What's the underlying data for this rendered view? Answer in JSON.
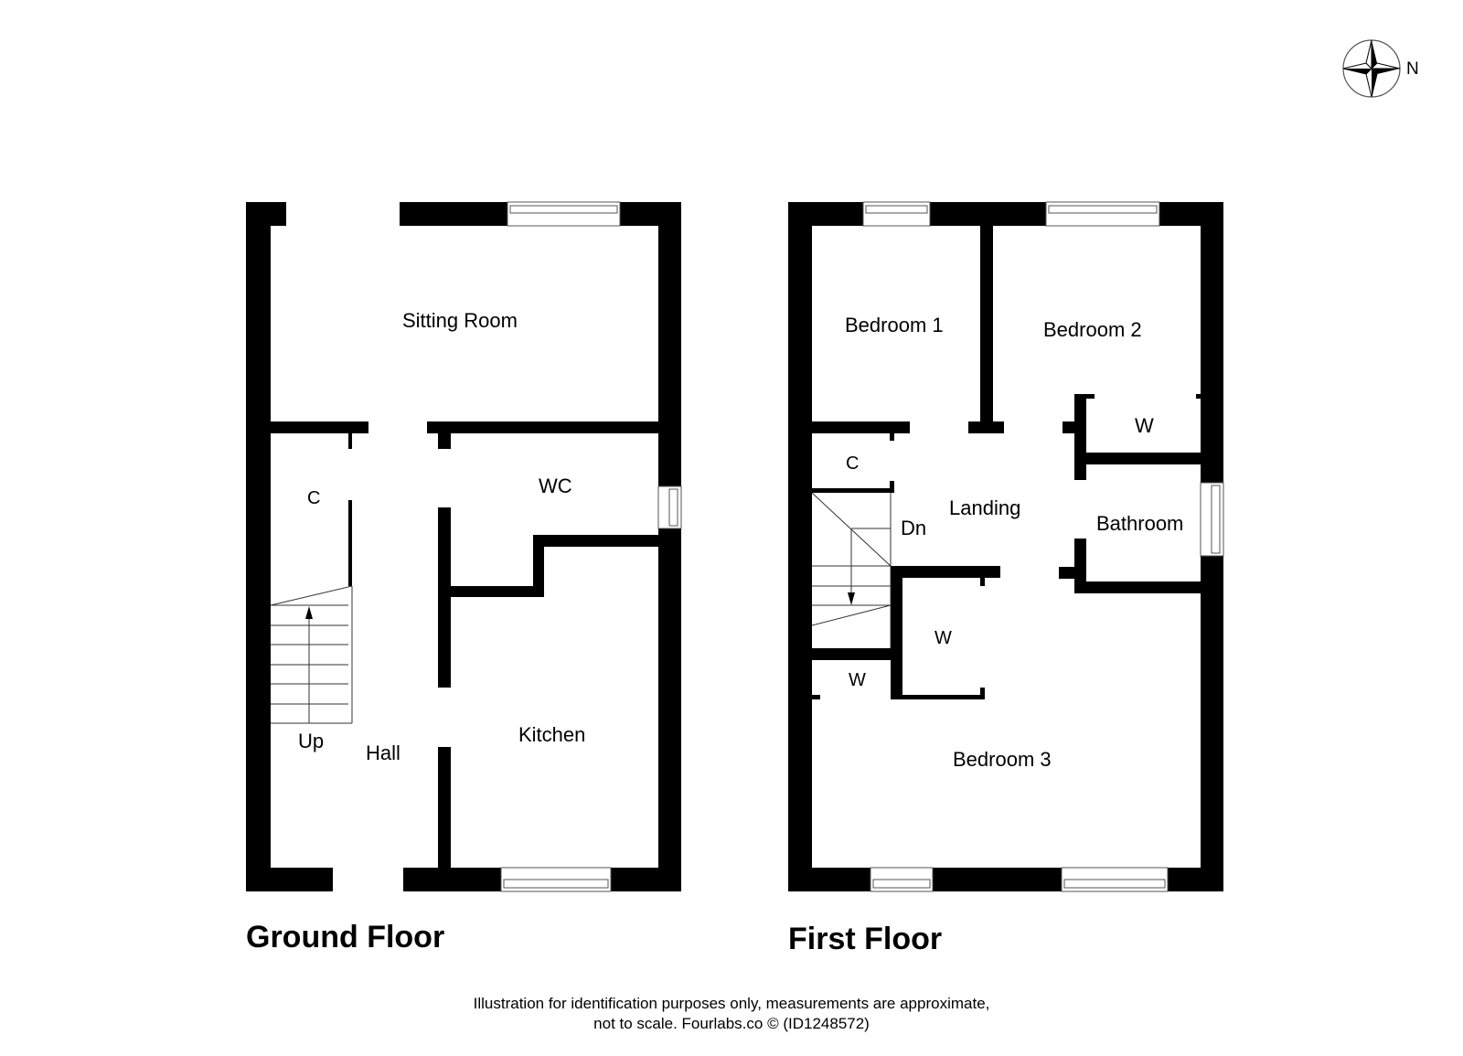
{
  "compass": {
    "icon": "compass-rose-icon",
    "label": "N"
  },
  "floors": {
    "ground": {
      "title": "Ground Floor",
      "rooms": {
        "sitting_room": "Sitting Room",
        "cupboard": "C",
        "wc": "WC",
        "stairs": "Up",
        "hall": "Hall",
        "kitchen": "Kitchen"
      }
    },
    "first": {
      "title": "First Floor",
      "rooms": {
        "bedroom1": "Bedroom 1",
        "bedroom2": "Bedroom 2",
        "wardrobe_bed2": "W",
        "cupboard": "C",
        "landing": "Landing",
        "stairs": "Dn",
        "bathroom": "Bathroom",
        "wardrobe_bed3": "W",
        "wardrobe_small": "W",
        "bedroom3": "Bedroom 3"
      }
    }
  },
  "footer": {
    "line1": "Illustration for identification purposes only, measurements are approximate,",
    "line2": "not to scale. Fourlabs.co © (ID1248572)"
  },
  "colors": {
    "wall": "#000000",
    "background": "#ffffff",
    "window_line": "#555555"
  }
}
